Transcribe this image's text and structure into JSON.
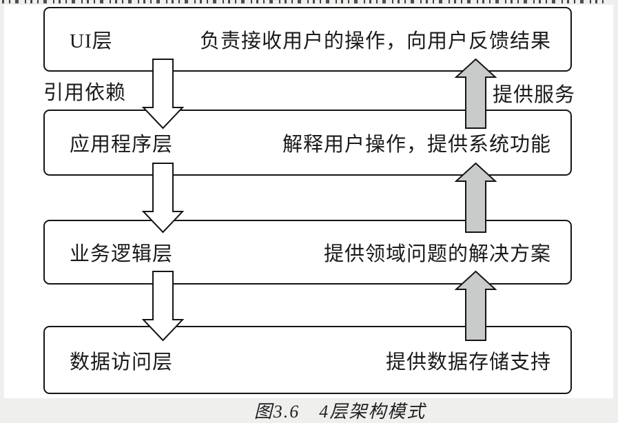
{
  "figure": {
    "caption": "图3.6　4层架构模式",
    "left_label": "引用依赖",
    "right_label": "提供服务",
    "layers": [
      {
        "name": "UI层",
        "description": "负责接收用户的操作，向用户反馈结果"
      },
      {
        "name": "应用程序层",
        "description": "解释用户操作，提供系统功能"
      },
      {
        "name": "业务逻辑层",
        "description": "提供领域问题的解决方案"
      },
      {
        "name": "数据访问层",
        "description": "提供数据存储支持"
      }
    ],
    "colors": {
      "down_arrow_fill": "#ffffff",
      "up_arrow_fill": "#c9cbca",
      "arrow_stroke": "#141414",
      "border": "#141414",
      "page_bg": "#efefee",
      "figure_bg": "#ffffff"
    }
  }
}
